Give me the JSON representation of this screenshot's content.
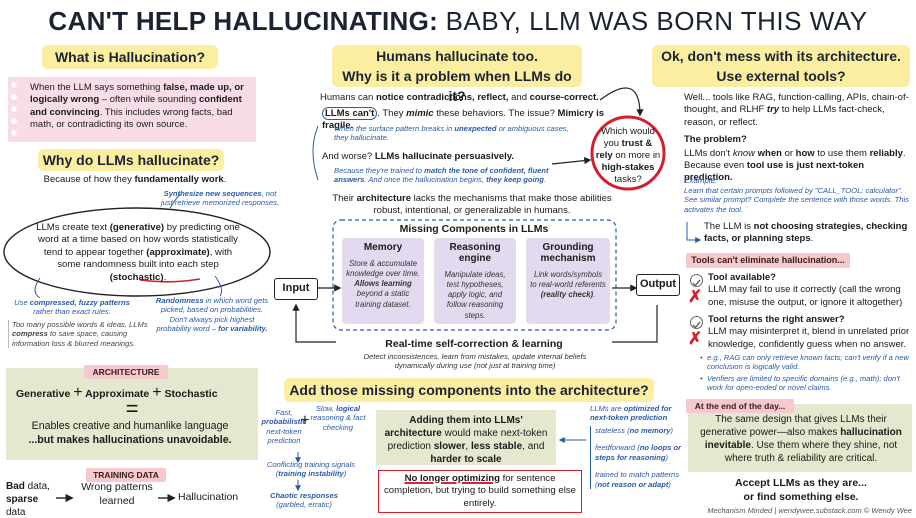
{
  "title": {
    "bold": "CAN'T HELP HALLUCINATING:",
    "light": "BABY, LLM WAS BORN THIS WAY"
  },
  "col1": {
    "what_heading": "What is Hallucination?",
    "what_text_1": "When the LLM says something ",
    "what_text_b1": "false, made up, or logically wrong",
    "what_text_2": " – often while sounding ",
    "what_text_b2": "confident and convincing",
    "what_text_3": ". This includes wrong facts, bad math, or contradicting its own source.",
    "why_heading": "Why do LLMs hallucinate?",
    "why_sub_1": "Because of how they ",
    "why_sub_b": "fundamentally work",
    "why_sub_2": ".",
    "synth_b": "Synthesize new sequences",
    "synth_rest": ", not just retrieve memorized responses.",
    "oval_1": "LLMs create text ",
    "oval_b1": "(generative)",
    "oval_2": " by predicting one word at a time based on how words statistically tend to appear together ",
    "oval_b2": "(approximate)",
    "oval_3": ", with some randomness built into each step ",
    "oval_b3": "(stochastic)",
    "oval_4": ".",
    "compressed_1": "Use ",
    "compressed_b": "compressed, fuzzy patterns",
    "compressed_2": " rather than exact rules.",
    "randomness_b": "Randomness",
    "randomness_rest": " in which word gets picked, based on probabilities. Don't always pick highest probability word – ",
    "randomness_b2": "for variability.",
    "toomany_1": "Too many possible words & ideas. LLMs ",
    "toomany_b": "compress",
    "toomany_2": " to save space, causing information loss & blurred meanings.",
    "arch_tag": "ARCHITECTURE",
    "eq_g": "Generative",
    "eq_a": "Approximate",
    "eq_s": "Stochastic",
    "plus": "+",
    "equals": "=",
    "enables": "Enables creative and humanlike language",
    "but_1": "...but makes hallucinations ",
    "but_b": "unavoidable",
    "but_2": ".",
    "training_tag": "TRAINING DATA",
    "bad_b1": "Bad",
    "bad_1": " data,",
    "bad_b2": "sparse",
    "bad_2": " data",
    "wrong_patterns": "Wrong patterns learned",
    "hallucination": "Hallucination"
  },
  "col2": {
    "heading_1": "Humans hallucinate too.",
    "heading_2": "Why is it a problem when LLMs do it?",
    "p1_1": "Humans can ",
    "p1_b": "notice contradictions, reflect,",
    "p1_2": " and ",
    "p1_b2": "course-correct.",
    "p2_b": "LLMs can't",
    "p2_1": ". They ",
    "p2_i": "mimic",
    "p2_2": " these behaviors. The issue? ",
    "p2_b2": "Mimicry is fragile.",
    "p2_note_1": "When the surface pattern breaks in ",
    "p2_note_b": "unexpected",
    "p2_note_2": " or ambiguous cases, they hallucinate.",
    "p3_1": "And worse? ",
    "p3_b": "LLMs hallucinate persuasively.",
    "p3_note_1": "Because they're trained to ",
    "p3_note_b": "match the tone of confident, fluent answers",
    "p3_note_2": ". And once the hallucination begins, ",
    "p3_note_b2": "they keep going",
    "p3_note_3": ".",
    "bubble_1": "Which would you ",
    "bubble_b": "trust & rely",
    "bubble_2": " on more in ",
    "bubble_b2": "high-stakes",
    "bubble_3": " tasks?",
    "arch_1": "Their ",
    "arch_b": "architecture",
    "arch_2": " lacks the mechanisms that make those abilities robust, intentional, or generalizable in humans.",
    "missing_heading": "Missing Components in LLMs",
    "components": [
      {
        "head": "Memory",
        "desc_1": "Store & accumulate knowledge over time. ",
        "desc_b": "Allows learning",
        "desc_2": " beyond a static training dataset."
      },
      {
        "head": "Reasoning engine",
        "desc_1": "Manipulate ideas, test hypotheses, apply logic, and follow reasoning steps.",
        "desc_b": "",
        "desc_2": ""
      },
      {
        "head": "Grounding mechanism",
        "desc_1": "Link words/symbols to real-world referents ",
        "desc_b": "(reality check)",
        "desc_2": "."
      }
    ],
    "input": "Input",
    "output": "Output",
    "selfcorrect": "Real-time self-correction & learning",
    "selfcorrect_note": "Detect inconsistences, learn from mistakes, update internal beliefs dynamically during use (not just at training time)",
    "add_heading": "Add those missing components into the architecture?",
    "fast_1": "Fast, ",
    "fast_b": "probabilistic",
    "fast_2": " next-token prediction",
    "slow_1": "Slow, ",
    "slow_b": "logical",
    "slow_2": " reasoning & fact checking",
    "conflicting_1": "Conflicting training signals (",
    "conflicting_b": "training instability",
    "conflicting_2": ")",
    "chaotic_b": "Chaotic responses",
    "chaotic_rest": "(garbled, erratic)",
    "adding_b": "Adding them into LLMs' architecture",
    "adding_1": " would make next-token prediction ",
    "adding_b2": "slower",
    "adding_2": ", ",
    "adding_b3": "less stable",
    "adding_3": ", and ",
    "adding_b4": "harder to scale",
    "no_longer_b": "No longer optimizing",
    "no_longer_1": " for sentence completion, but trying to build something else entirely.",
    "right_notes": {
      "title_1": "LLMs are ",
      "title_b": "optimized for next-token prediction",
      "n1_1": "stateless (",
      "n1_b": "no memory",
      "n1_2": ")",
      "n2_1": "feedforward (",
      "n2_b": "no loops or steps for reasoning",
      "n2_2": ")",
      "n3_1": "trained to match patterns (",
      "n3_b": "not reason or adapt",
      "n3_2": ")"
    }
  },
  "col3": {
    "heading_1": "Ok, don't mess with its architecture.",
    "heading_2": "Use external tools?",
    "p1_1": "Well... tools like RAG, function-calling, APIs, chain-of-thought, and RLHF ",
    "p1_b": "try",
    "p1_2": " to help LLMs fact-check, reason, or reflect.",
    "problem": "The problem?",
    "p2_1": "LLMs don't ",
    "p2_i": "know",
    "p2_b": " when",
    "p2_2": " or ",
    "p2_b2": "how",
    "p2_3": " to use them ",
    "p2_b3": "reliably",
    "p2_4": ".",
    "p3_1": "Because even ",
    "p3_b": "tool use is just next-token prediction.",
    "example_label": "Example:",
    "example_text": "Learn that certain prompts followed by \"CALL_TOOL: calculator\". See similar prompt? Complete the sentence with those words. This activates the tool.",
    "not_choosing_1": "The LLM is ",
    "not_choosing_b": "not choosing strategies, checking facts, or planning steps",
    "not_choosing_2": ".",
    "cant_tag": "Tools can't eliminate hallucination...",
    "tool_available_b": "Tool available?",
    "tool_available_text": "LLM may fail to use it correctly (call the wrong one, misuse the output, or ignore it altogether)",
    "tool_returns_b": "Tool returns the right answer?",
    "tool_returns_text": "LLM may misinterpret it, blend in unrelated prior knowledge, confidently guess when no answer.",
    "bullet1": "e.g., RAG can only retrieve known facts; can't verify if a new conclusion is logically valid.",
    "bullet2": "Verifiers are limited to specific domains (e.g., math); don't work for open-ended or novel claims.",
    "end_tag": "At the end of the day...",
    "end_1": "The same design that gives LLMs their generative power—also makes ",
    "end_b": "hallucination inevitable",
    "end_2": ". Use them where they shine, not where truth & reliability are critical.",
    "accept_1": "Accept LLMs as they are...",
    "accept_2": "or find something else.",
    "footer": "Mechanism Minded | wendywee.substack.com © Wendy Wee"
  }
}
